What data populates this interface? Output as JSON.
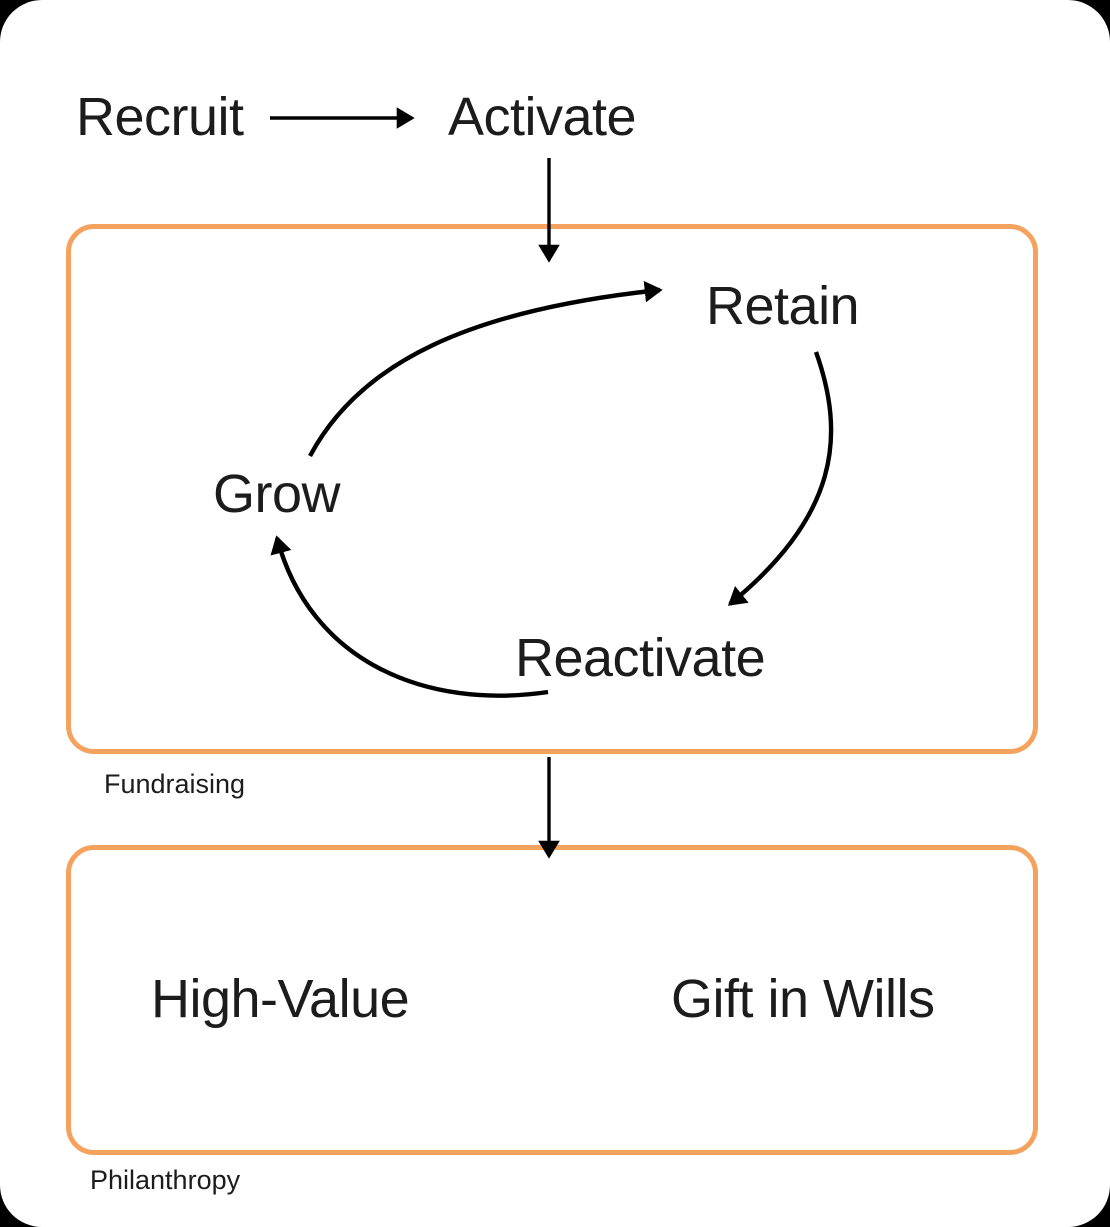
{
  "page": {
    "background": "#000000",
    "surface": "#ffffff"
  },
  "colors": {
    "accent_orange": "#F5A25E",
    "line_black": "#000000",
    "text_dark": "#1c1c1c"
  },
  "flow_top": {
    "recruit": "Recruit",
    "activate": "Activate"
  },
  "fundraising": {
    "label": "Fundraising",
    "retain": "Retain",
    "grow": "Grow",
    "reactivate": "Reactivate"
  },
  "philanthropy": {
    "label": "Philanthropy",
    "high_value": "High-Value",
    "gift_in_wills": "Gift in Wills"
  }
}
